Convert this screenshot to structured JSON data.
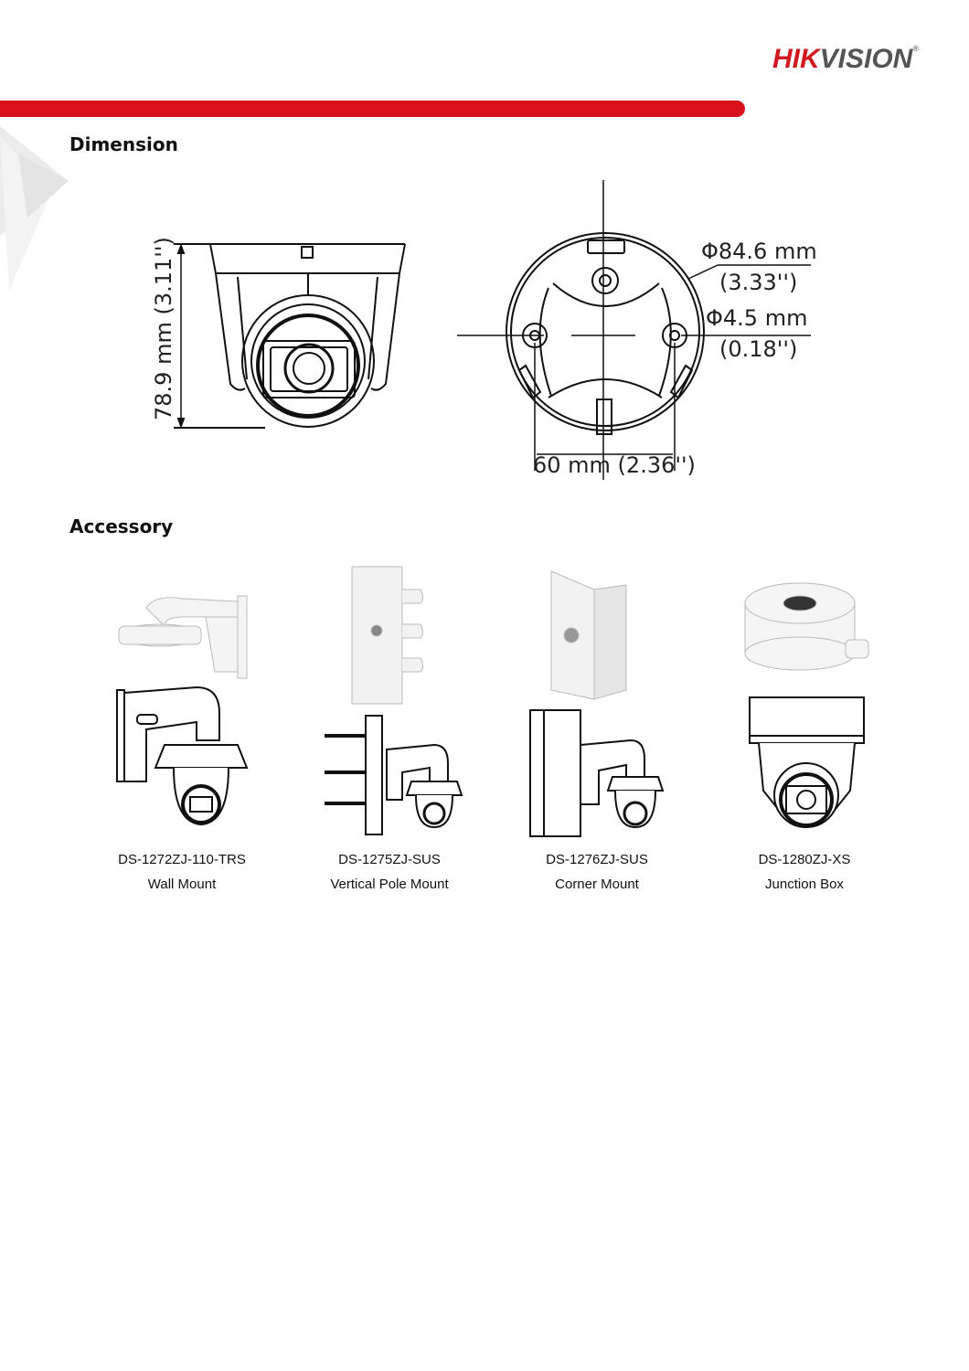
{
  "header": {
    "brand_part1": "HIK",
    "brand_part2": "VISION",
    "brand_reg": "®",
    "accent_color": "#d8101c"
  },
  "dimension": {
    "title": "Dimension",
    "side_view": {
      "height_label": "78.9 mm (3.11'')"
    },
    "bottom_view": {
      "diameter_label": "Φ84.6 mm",
      "diameter_inch": "(3.33'')",
      "hole_label": "Φ4.5 mm",
      "hole_inch": "(0.18'')",
      "spacing_label": "60 mm (2.36'')"
    }
  },
  "accessory": {
    "title": "Accessory",
    "items": [
      {
        "model": "DS-1272ZJ-110-TRS",
        "name": "Wall Mount"
      },
      {
        "model": "DS-1275ZJ-SUS",
        "name": "Vertical Pole Mount"
      },
      {
        "model": "DS-1276ZJ-SUS",
        "name": "Corner Mount"
      },
      {
        "model": "DS-1280ZJ-XS",
        "name": "Junction Box"
      }
    ]
  }
}
